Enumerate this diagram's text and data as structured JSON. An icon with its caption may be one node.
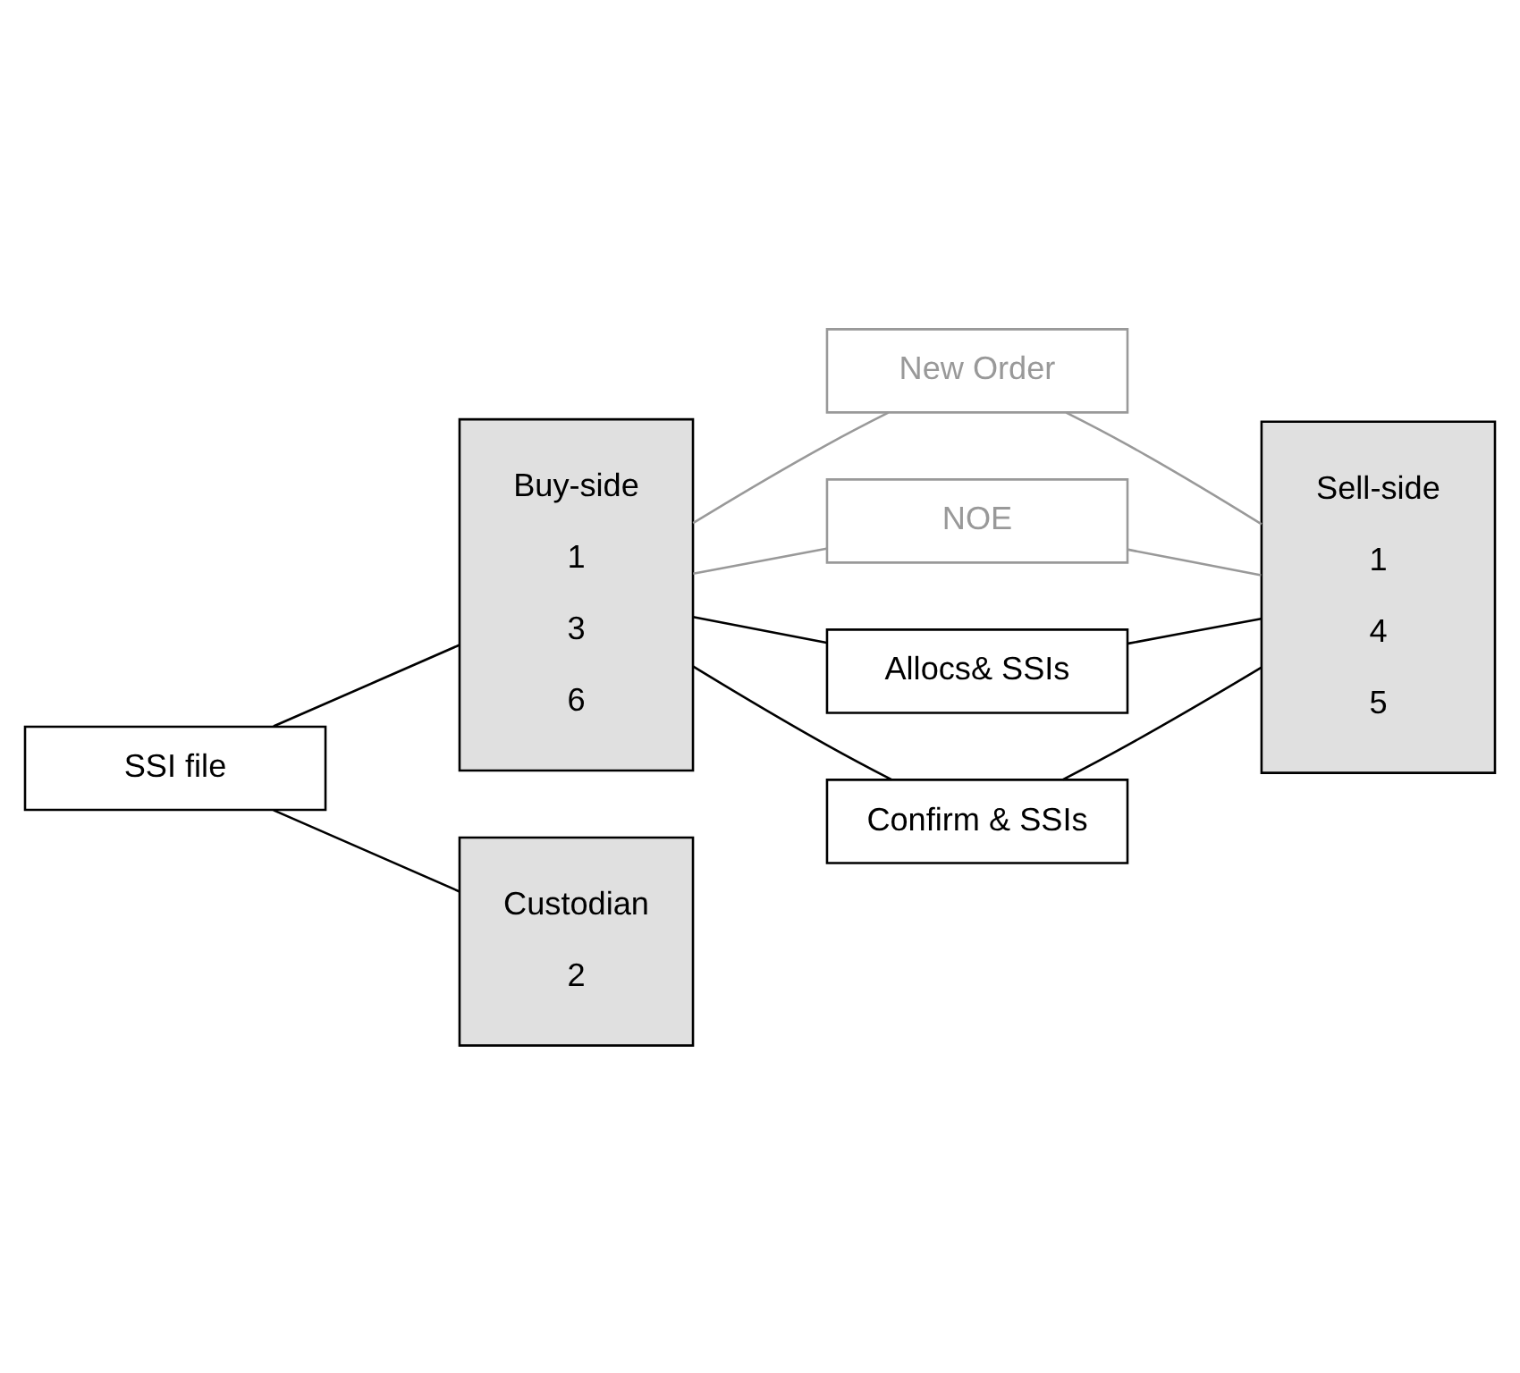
{
  "diagram": {
    "nodes": [
      {
        "text": [
          "Buy-side",
          "1",
          "3",
          "6"
        ]
      },
      {
        "text": [
          "Sell-side",
          "1",
          "4",
          "5"
        ]
      },
      {
        "text": [
          "New Order"
        ]
      },
      {
        "text": [
          "NOE"
        ]
      },
      {
        "text": [
          "Allocs& SSIs"
        ]
      },
      {
        "text": [
          "Confirm & SSIs"
        ]
      },
      {
        "text": [
          "SSI file"
        ]
      },
      {
        "text": [
          "Custodian",
          "2"
        ]
      }
    ],
    "edges": [
      {
        "from": 0,
        "to": 2,
        "arrow": "none",
        "color": "#999999"
      },
      {
        "from": 2,
        "to": 1,
        "arrow": "none",
        "color": "#999999"
      },
      {
        "from": 0,
        "to": 3,
        "arrow": "none",
        "color": "#999999"
      },
      {
        "from": 3,
        "to": 1,
        "arrow": "none",
        "color": "#999999"
      },
      {
        "from": 0,
        "to": 4,
        "arrow": "none"
      },
      {
        "from": 4,
        "to": 1,
        "arrow": "none"
      },
      {
        "from": 0,
        "to": 5,
        "arrow": "none"
      },
      {
        "from": 5,
        "to": 1,
        "arrow": "none"
      },
      {
        "from": 6,
        "to": 0,
        "arrow": "none"
      },
      {
        "from": 6,
        "to": 7,
        "arrow": "none"
      }
    ]
  }
}
